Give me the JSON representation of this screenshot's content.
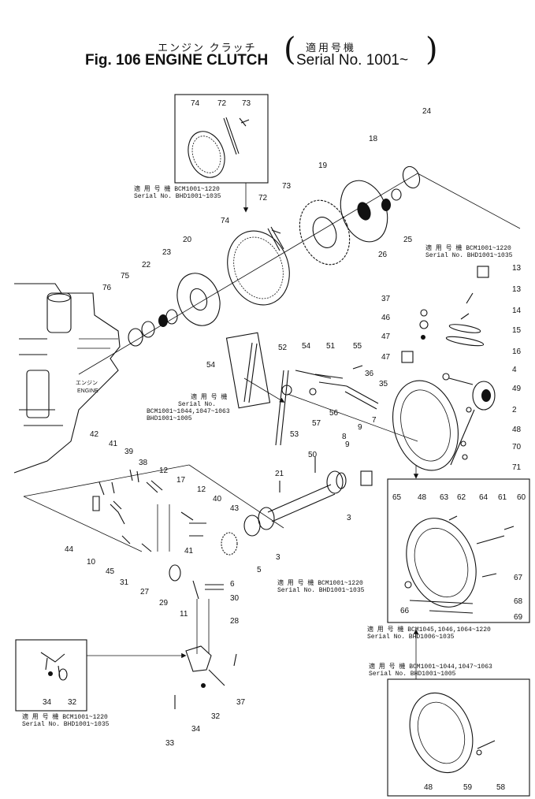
{
  "header": {
    "title_jp": "エンジン クラッチ",
    "title_jp_applicable": "適用号機",
    "title_main": "Fig. 106   ENGINE CLUTCH",
    "title_serial": "Serial No. 1001~",
    "paren_open": "(",
    "paren_close": ")"
  },
  "engine_label": {
    "jp": "エンジン",
    "en": "ENGINE"
  },
  "serial_notes": {
    "n1": [
      "適 用 号 機 BCM1001~1220",
      "Serial No. BHD1001~1035"
    ],
    "n2": [
      "適 用 号 機 BCM1001~1220",
      "Serial No. BHD1001~1035"
    ],
    "n3": [
      "適 用 号 機",
      "Serial No.",
      "BCM1001~1044,1047~1063",
      "BHD1001~1005"
    ],
    "n4": [
      "適 用 号 機 BCM1001~1220",
      "Serial No. BHD1001~1035"
    ],
    "n5": [
      "適 用 号 機 BCM1045,1046,1064~1220",
      "Serial No. BHD1006~1035"
    ],
    "n6": [
      "適 用 号 機 BCM1001~1044,1047~1063",
      "Serial No. BHD1001~1005"
    ],
    "n7": [
      "適 用 号 機 BCM1001~1220",
      "Serial No. BHD1001~1035"
    ]
  },
  "callouts": [
    "74",
    "72",
    "73",
    "24",
    "18",
    "19",
    "73",
    "72",
    "26",
    "25",
    "74",
    "20",
    "23",
    "22",
    "75",
    "76",
    "13",
    "13",
    "14",
    "15",
    "16",
    "37",
    "46",
    "47",
    "47",
    "4",
    "49",
    "52",
    "54",
    "51",
    "55",
    "36",
    "35",
    "54",
    "56",
    "57",
    "53",
    "2",
    "48",
    "70",
    "71",
    "8",
    "9",
    "7",
    "9",
    "42",
    "41",
    "39",
    "38",
    "12",
    "17",
    "12",
    "40",
    "43",
    "50",
    "21",
    "3",
    "44",
    "10",
    "45",
    "31",
    "27",
    "29",
    "11",
    "41",
    "6",
    "5",
    "3",
    "30",
    "28",
    "65",
    "48",
    "63",
    "62",
    "64",
    "61",
    "60",
    "67",
    "68",
    "69",
    "66",
    "37",
    "34",
    "32",
    "34",
    "32",
    "33",
    "48",
    "59",
    "58"
  ]
}
